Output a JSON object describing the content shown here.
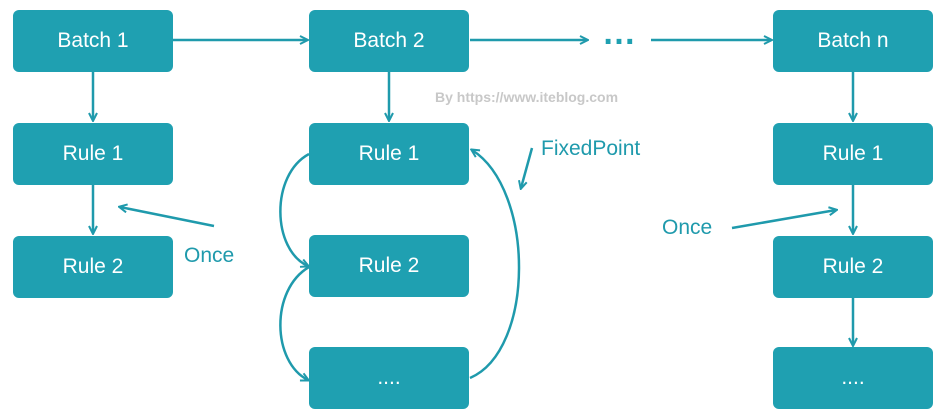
{
  "batches": {
    "b1": {
      "title": "Batch 1",
      "rules": [
        "Rule 1",
        "Rule 2"
      ],
      "strategy": "Once"
    },
    "b2": {
      "title": "Batch 2",
      "rules": [
        "Rule 1",
        "Rule 2",
        "...."
      ],
      "strategy": "FixedPoint"
    },
    "ellipsis": "…",
    "bn": {
      "title": "Batch n",
      "rules": [
        "Rule 1",
        "Rule 2",
        "...."
      ],
      "strategy": "Once"
    }
  },
  "watermark": "By https://www.iteblog.com",
  "colors": {
    "box": "#1fa0b1",
    "line": "#1f9aac",
    "text": "#ffffff"
  }
}
